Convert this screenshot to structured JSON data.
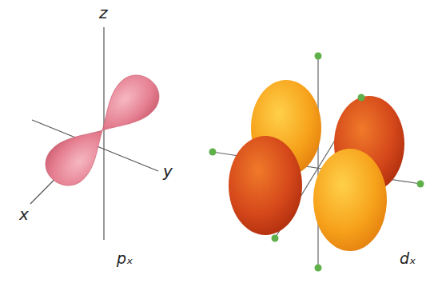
{
  "diagram": {
    "labels": [
      "z",
      "x",
      "y",
      "pₓ",
      "dₓ"
    ]
  }
}
